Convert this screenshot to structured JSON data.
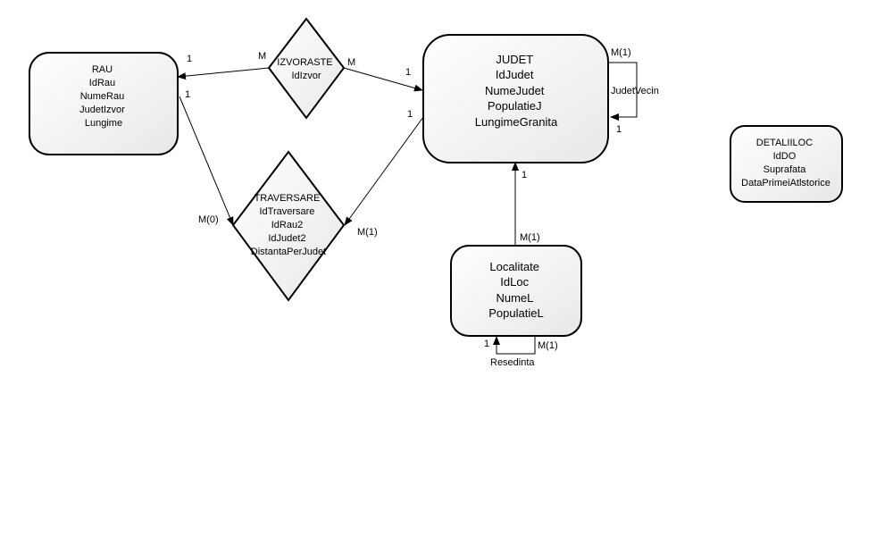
{
  "diagram": {
    "type": "entity-relationship",
    "entities": [
      {
        "id": "rau",
        "attributes": [
          "RAU",
          "IdRau",
          "NumeRau",
          "JudetIzvor",
          "Lungime"
        ]
      },
      {
        "id": "judet",
        "attributes": [
          "JUDET",
          "IdJudet",
          "NumeJudet",
          "PopulatieJ",
          "LungimeGranita"
        ]
      },
      {
        "id": "localitate",
        "attributes": [
          "Localitate",
          "IdLoc",
          "NumeL",
          "PopulatieL"
        ]
      },
      {
        "id": "detaliiloc",
        "attributes": [
          "DETALIILOC",
          "IdDO",
          "Suprafata",
          "DataPrimeiAtlstorice"
        ]
      }
    ],
    "relationships": [
      {
        "id": "izvoraste",
        "attributes": [
          "IZVORASTE",
          "IdIzvor"
        ]
      },
      {
        "id": "traversare",
        "attributes": [
          "TRAVERSARE",
          "IdTraversare",
          "IdRau2",
          "IdJudet2",
          "DistantaPerJudet"
        ]
      }
    ],
    "self_relationships": [
      {
        "id": "judetvecin",
        "label": "JudetVecin"
      },
      {
        "id": "resedinta",
        "label": "Resedinta"
      }
    ],
    "cardinalities": {
      "izvoraste_rau_1": "1",
      "izvoraste_rau_M": "M",
      "izvoraste_judet_M": "M",
      "izvoraste_judet_1": "1",
      "rau_traversare_1": "1",
      "rau_traversare_M0": "M(0)",
      "judet_traversare_1": "1",
      "judet_traversare_M1": "M(1)",
      "judet_self_M1": "M(1)",
      "judet_self_1": "1",
      "judet_localitate_1": "1",
      "judet_localitate_M1": "M(1)",
      "loc_self_1": "1",
      "loc_self_M1": "M(1)"
    }
  }
}
